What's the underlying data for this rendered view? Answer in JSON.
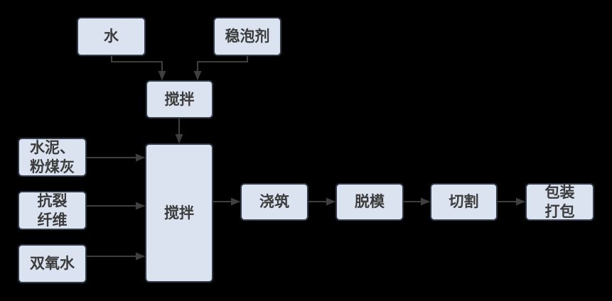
{
  "diagram": {
    "colors": {
      "background": "#000000",
      "node_fill": "#dbe3f0",
      "node_border": "#2f3b49",
      "arrow": "#3f3f3f",
      "text": "#3c3c3c"
    },
    "nodes": {
      "water": {
        "label": "水"
      },
      "foam_stabilizer": {
        "label": "稳泡剂"
      },
      "mix_pre": {
        "label": "搅拌"
      },
      "mix_main": {
        "label": "搅拌"
      },
      "cement_fly_ash": {
        "label": "水泥、\n粉煤灰"
      },
      "anti_crack_fiber": {
        "label": "抗裂\n纤维"
      },
      "hydrogen_peroxide": {
        "label": "双氧水"
      },
      "pouring": {
        "label": "浇筑"
      },
      "demolding": {
        "label": "脱模"
      },
      "cutting": {
        "label": "切割"
      },
      "packing": {
        "label": "包装\n打包"
      }
    },
    "edges": [
      {
        "from": "water",
        "to": "mix_pre"
      },
      {
        "from": "foam_stabilizer",
        "to": "mix_pre"
      },
      {
        "from": "mix_pre",
        "to": "mix_main"
      },
      {
        "from": "cement_fly_ash",
        "to": "mix_main"
      },
      {
        "from": "anti_crack_fiber",
        "to": "mix_main"
      },
      {
        "from": "hydrogen_peroxide",
        "to": "mix_main"
      },
      {
        "from": "mix_main",
        "to": "pouring"
      },
      {
        "from": "pouring",
        "to": "demolding"
      },
      {
        "from": "demolding",
        "to": "cutting"
      },
      {
        "from": "cutting",
        "to": "packing"
      }
    ]
  }
}
